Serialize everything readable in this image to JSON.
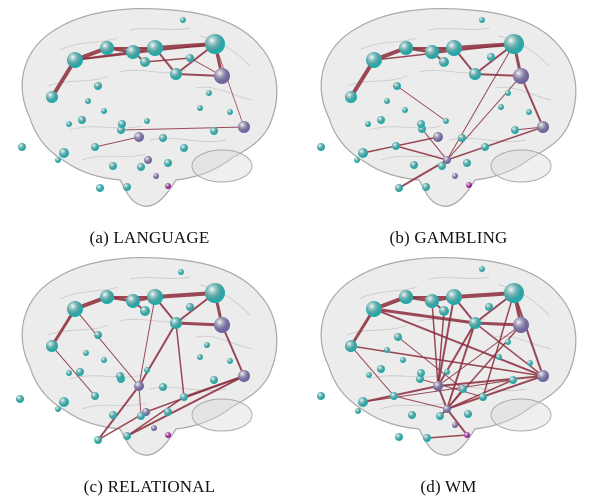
{
  "figure": {
    "panels": [
      {
        "caption": "(a) LANGUAGE"
      },
      {
        "caption": "(b) GAMBLING"
      },
      {
        "caption": "(c) RELATIONAL"
      },
      {
        "caption": "(d) WM"
      }
    ]
  },
  "colors": {
    "brain_fill": "#dcdcdc",
    "brain_outline": "#a8a8a8",
    "edge": "#8b2d3c",
    "node_cyan": "#22e0e0",
    "node_purple": "#8c7fd6",
    "node_magenta": "#d010c8"
  }
}
